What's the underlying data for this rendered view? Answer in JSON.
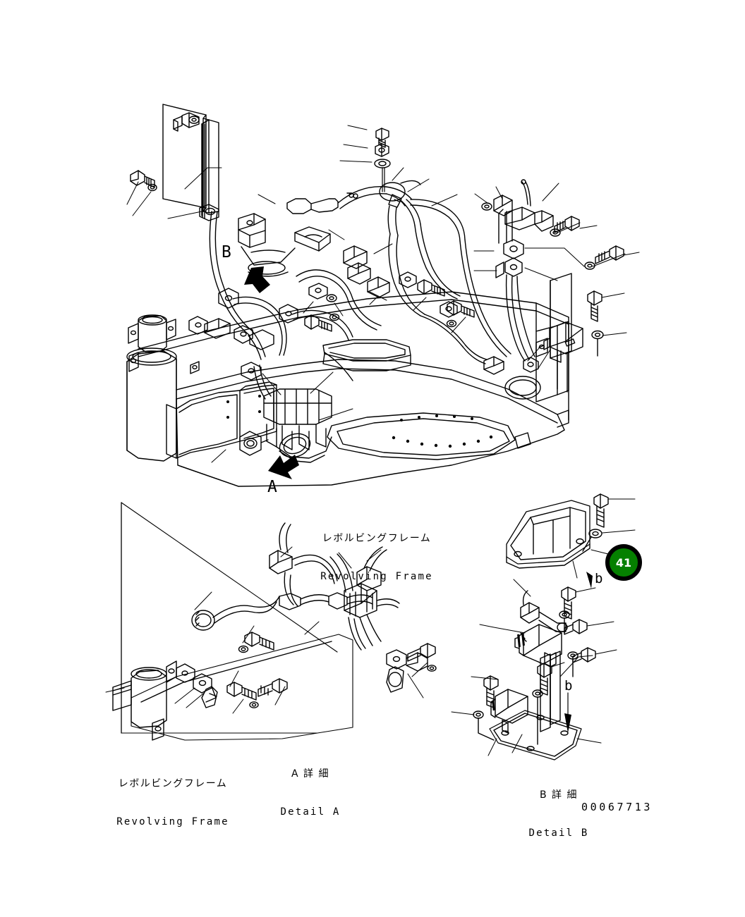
{
  "drawing": {
    "number": "00067713",
    "background_color": "#ffffff",
    "line_color": "#000000"
  },
  "labels": {
    "frame_main": {
      "jp": "レボルビングフレーム",
      "en": "Revolving Frame"
    },
    "frame_detail": {
      "jp": "レボルビングフレーム",
      "en": "Revolving Frame"
    },
    "detail_a": {
      "jp": "A 詳 細",
      "en": "Detail A"
    },
    "detail_b": {
      "jp": "B 詳 細",
      "en": "Detail B"
    }
  },
  "section_marks": {
    "a": "A",
    "b": "B",
    "b_lower_1": "b",
    "b_lower_2": "b"
  },
  "callouts": [
    {
      "number": "41",
      "fill": "#058000",
      "ring": "#000000",
      "text_color": "#ffffff"
    }
  ]
}
